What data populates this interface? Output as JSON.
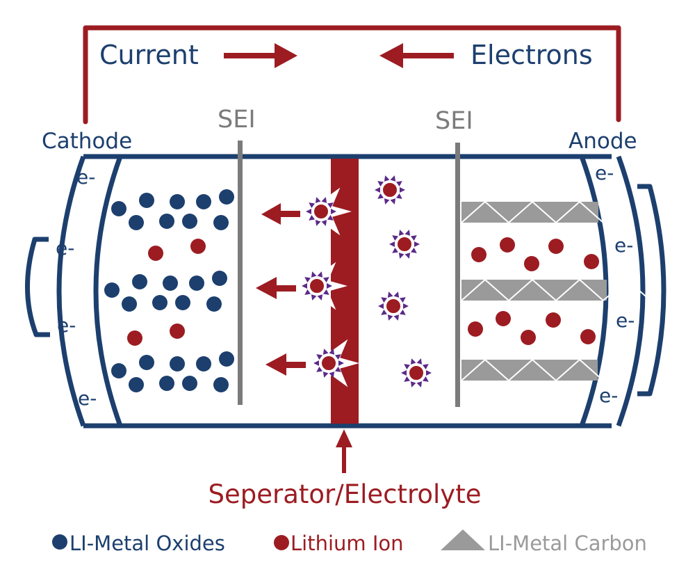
{
  "title": "Lithium-ion battery diagram",
  "colors": {
    "navy": "#1c3f6e",
    "red": "#9c1c22",
    "gray": "#7b7b7b",
    "light_gray": "#9a9a9a",
    "purple": "#5a2a88"
  },
  "labels": {
    "current": "Current",
    "electrons": "Electrons",
    "cathode": "Cathode",
    "anode": "Anode",
    "sei_left": "SEI",
    "sei_right": "SEI",
    "separator": "Seperator/Electrolyte",
    "electron": "e-"
  },
  "legend": [
    {
      "icon": "circle",
      "color": "#1c3f6e",
      "label": "LI-Metal Oxides"
    },
    {
      "icon": "circle",
      "color": "#9c1c22",
      "label": "Lithium Ion"
    },
    {
      "icon": "triangle",
      "color": "#9a9a9a",
      "label": "LI-Metal Carbon"
    }
  ]
}
